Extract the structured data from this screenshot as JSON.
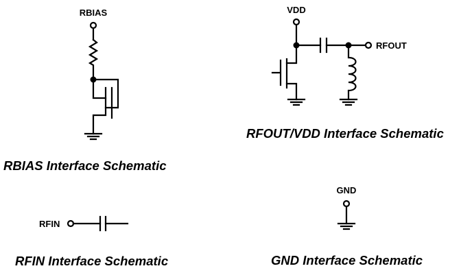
{
  "pins": {
    "rbias": "RBIAS",
    "vdd": "VDD",
    "rfout": "RFOUT",
    "rfin": "RFIN",
    "gnd": "GND"
  },
  "captions": {
    "rbias": "RBIAS Interface Schematic",
    "rfout_vdd": "RFOUT/VDD Interface Schematic",
    "rfin": "RFIN Interface Schematic",
    "gnd": "GND Interface Schematic"
  }
}
